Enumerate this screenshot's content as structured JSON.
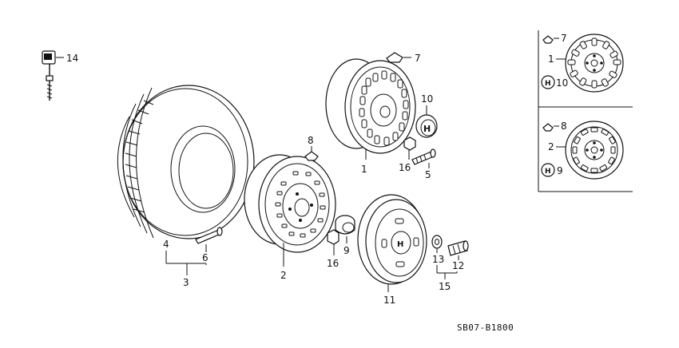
{
  "diagram": {
    "callouts": {
      "n1_wheel": "1",
      "n2_wheel": "2",
      "n3_tire_assy": "3",
      "n4_tire": "4",
      "n5_stud": "5",
      "n6_valve": "6",
      "n7_clip": "7",
      "n8_clip": "8",
      "n9_cap": "9",
      "n10_cap": "10",
      "n11_cover": "11",
      "n12_nut": "12",
      "n13_washer": "13",
      "n14_tpms": "14",
      "n15_set": "15",
      "n16_nut_a": "16",
      "n16_nut_b": "16"
    },
    "inset": {
      "top": {
        "n7": "7",
        "n1": "1",
        "n10": "10"
      },
      "bottom": {
        "n8": "8",
        "n2": "2",
        "n9": "9"
      }
    },
    "footer_code": "SB07-B1800"
  }
}
